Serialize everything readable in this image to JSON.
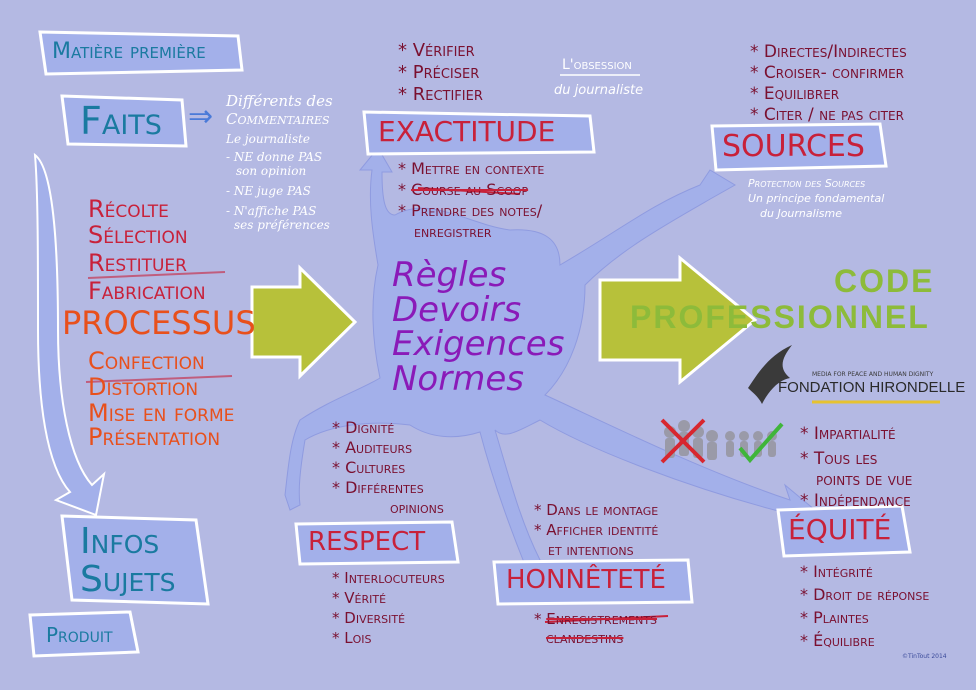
{
  "matiere": "Matière première",
  "faits": "Faits",
  "arrow_symbol": "⇒",
  "commentaires": {
    "title1": "Différents des",
    "title2": "Commentaires",
    "intro": "Le journaliste",
    "items": [
      "- NE donne PAS",
      "son opinion",
      "- NE juge PAS",
      "- N'affiche PAS",
      "ses préférences"
    ]
  },
  "processus_items": {
    "recolte": "Récolte",
    "selection": "Sélection",
    "restituer": "Restituer",
    "fabrication": "Fabrication",
    "processus": "PROCESSUS",
    "confection": "Confection",
    "distortion": "Distortion",
    "mise": "Mise en forme",
    "presentation": "Présentation"
  },
  "infos": "Infos",
  "sujets": "Sujets",
  "produit": "Produit",
  "center": [
    "Règles",
    "Devoirs",
    "Exigences",
    "Normes"
  ],
  "exactitude": {
    "label": "EXACTITUDE",
    "top": [
      "* Vérifier",
      "* Préciser",
      "* Rectifier"
    ],
    "obsession1": "L'obsession",
    "obsession2": "du journaliste",
    "bottom1": "* Mettre en contexte",
    "bottom2_star": "* ",
    "bottom2": "Course au Scoop",
    "bottom3": "* Prendre des notes/",
    "bottom4": "enregistrer"
  },
  "sources": {
    "label": "SOURCES",
    "items": [
      "* Directes/Indirectes",
      "* Croiser- confirmer",
      "* Equilibrer",
      "* Citer / ne pas citer"
    ],
    "protection1": "Protection des Sources",
    "protection2": "Un principe fondamental",
    "protection3": "du Journalisme"
  },
  "code1": "CODE",
  "code2": "PROFESSIONNEL",
  "logo": {
    "small": "MEDIA FOR PEACE AND HUMAN DIGNITY",
    "name": "FONDATION HIRONDELLE"
  },
  "equite": {
    "label": "ÉQUITÉ",
    "top": [
      "* Impartialité",
      "* Tous les",
      "points de vue",
      "* Indépendance"
    ],
    "bottom": [
      "* Intégrité",
      "* Droit de réponse",
      "* Plaintes",
      "* Équilibre"
    ]
  },
  "respect": {
    "label": "RESPECT",
    "top": [
      "* Dignité",
      "* Auditeurs",
      "* Cultures",
      "* Différentes",
      "opinions"
    ],
    "bottom": [
      "* Interlocuteurs",
      "* Vérité",
      "* Diversité",
      "* Lois"
    ]
  },
  "honnetete": {
    "label": "HONNÊTETÉ",
    "top": [
      "* Dans le montage",
      "* Afficher identité",
      "et intentions"
    ],
    "bottom_star": "* ",
    "bottom1": "Enregistrements",
    "bottom2": "clandestins"
  },
  "credit": "©TinTout 2014",
  "colors": {
    "background": "#b4b9e3",
    "shape": "#a3b0ea",
    "green_arrow": "#b7c13a",
    "blue": "#1a7aa0",
    "red": "#c8213a",
    "orange": "#e8501c",
    "purple": "#8a1ab8",
    "code_green": "#8dbb3a"
  }
}
